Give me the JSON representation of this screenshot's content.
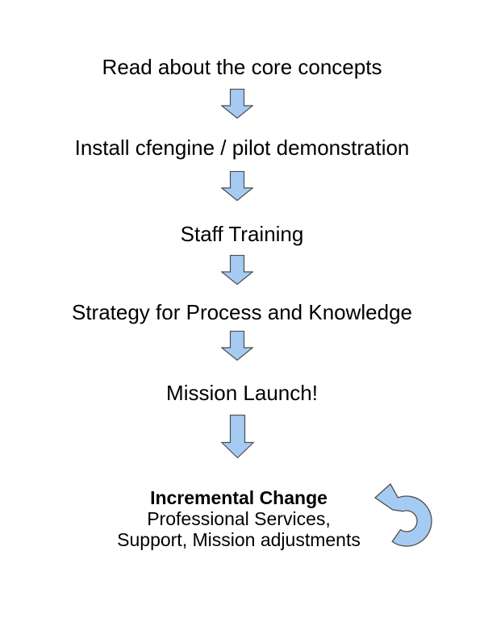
{
  "diagram": {
    "background_color": "#ffffff",
    "text_color": "#000000",
    "arrow_fill": "#a6cbf3",
    "arrow_stroke": "#4d4d4d",
    "steps": [
      "Read about the core concepts",
      "Install cfengine / pilot demonstration",
      "Staff Training",
      "Strategy for Process and Knowledge",
      "Mission Launch!"
    ],
    "connector_icon": "down-block-arrow",
    "final": {
      "title": "Incremental Change",
      "lines": [
        "Professional Services,",
        "Support, Mission adjustments"
      ],
      "loop_icon": "circular-loop-arrow"
    }
  }
}
